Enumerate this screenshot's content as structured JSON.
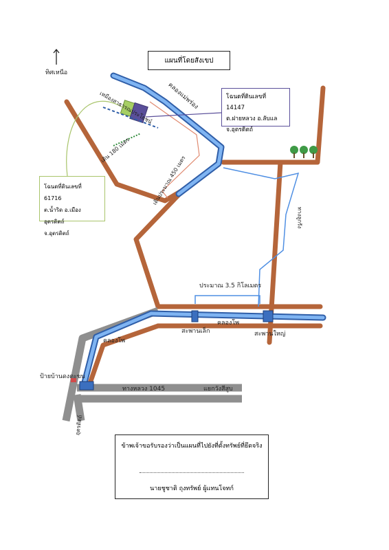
{
  "title": "แผนที่โดยสังเขป",
  "north_label": "ทิศเหนือ",
  "deed_box_1": {
    "line1": "โฉนดที่ดินเลขที่ 14147",
    "line2": "ต.ฝายหลวง  อ.ลับแล",
    "line3": "จ.อุตรดิตถ์"
  },
  "deed_box_2": {
    "line1": "โฉนดที่ดินเลขที่ 61716",
    "line2": "ต.น้ำริด  อ.เมืองอุตรดิตถ์",
    "line3": "จ.อุตรดิตถ์"
  },
  "labels": {
    "canal_north": "คลองแม่พร่อง",
    "irrigation_road": "เหมืองสาธารณประโยชน์",
    "walk_distance": "เดิน 180 เมตร",
    "road_distance": "เดินประมาณ 450 เมตร",
    "east_road": "ทางลูกรัง",
    "approx_distance": "ประมาณ 3.5 กิโลเมตร",
    "canal_main": "คลองโพ",
    "canal_lower": "คลองโพ",
    "small_bridge": "สะพานเล็ก",
    "big_bridge": "สะพานใหญ่",
    "village_sign": "ป้ายบ้านดงตะขบ",
    "highway": "ทางหลวง 1045",
    "junction": "แยกวังสีสูบ",
    "uttaradit": "อุตรดิตถ์"
  },
  "certification": {
    "text": "ข้าพเจ้าขอรับรองว่าเป็นแผนที่ไปยังที่ตั้งทรัพย์ที่ยึดจริง",
    "signer": "นายชูชาติ ถุงทรัพย์ ผู้แทนโจทก์"
  },
  "colors": {
    "dirt_road": "#b5653a",
    "canal": "#4f8fe3",
    "highway": "#8f8f8f",
    "parcel_green": "#a6cf63",
    "parcel_purple": "#5a4f9a",
    "tree_green": "#3f9a46",
    "bridge": "#3b6fbf"
  }
}
